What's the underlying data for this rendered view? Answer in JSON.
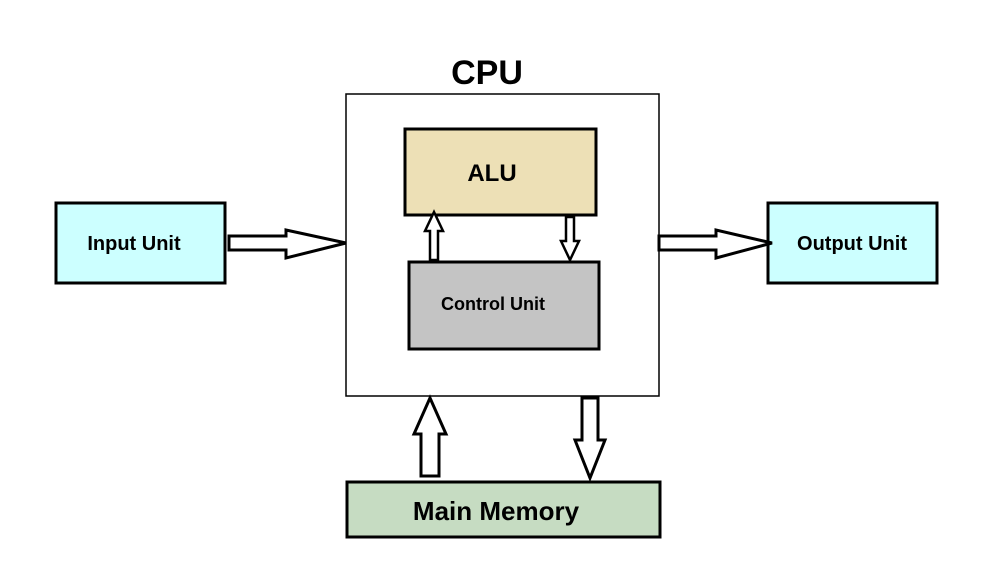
{
  "diagram": {
    "cpu_title": "CPU",
    "alu_label": "ALU",
    "control_label": "Control Unit",
    "input_label": "Input Unit",
    "output_label": "Output Unit",
    "memory_label": "Main Memory"
  },
  "colors": {
    "input_fill": "#ccffff",
    "output_fill": "#ccffff",
    "alu_fill": "#ede0b6",
    "control_fill": "#c4c4c4",
    "memory_fill": "#c6dcc2",
    "cpu_fill": "#ffffff",
    "stroke": "#000000"
  }
}
